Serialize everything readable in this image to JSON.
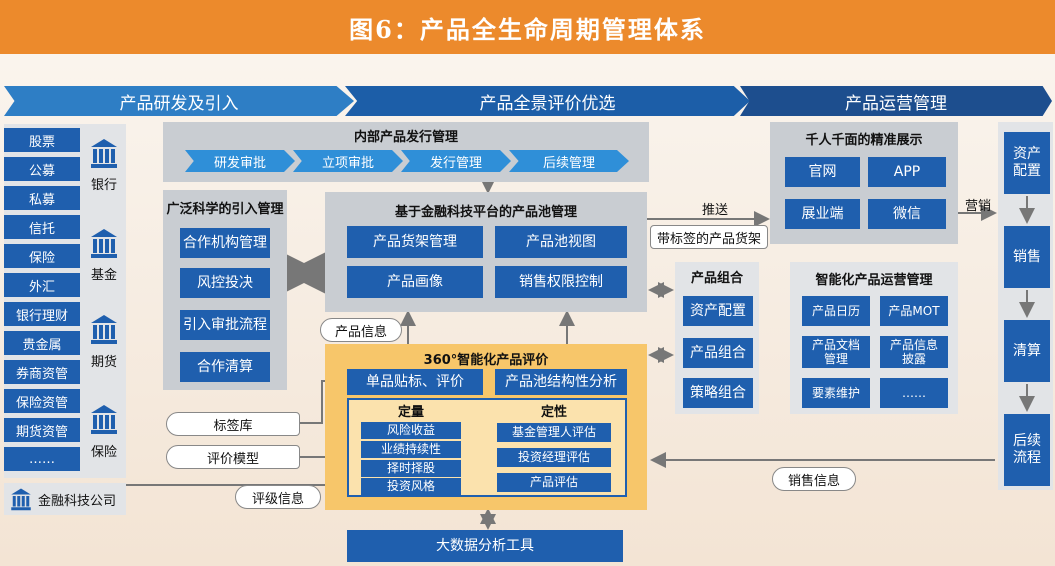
{
  "title": "图6：产品全生命周期管理体系",
  "phases": [
    "产品研发及引入",
    "产品全景评价优选",
    "产品运营管理"
  ],
  "left_column": {
    "items": [
      "股票",
      "公募",
      "私募",
      "信托",
      "保险",
      "外汇",
      "银行理财",
      "贵金属",
      "券商资管",
      "保险资管",
      "期货资管",
      "……"
    ],
    "institutions": [
      "银行",
      "基金",
      "期货",
      "保险"
    ],
    "fintech": "金融科技公司"
  },
  "internal_issuance": {
    "title": "内部产品发行管理",
    "steps": [
      "研发审批",
      "立项审批",
      "发行管理",
      "后续管理"
    ]
  },
  "intro_mgmt": {
    "title": "广泛科学的引入管理",
    "items": [
      "合作机构管理",
      "风控投决",
      "引入审批流程",
      "合作清算"
    ]
  },
  "pool_mgmt": {
    "title": "基于金融科技平台的产品池管理",
    "items": [
      "产品货架管理",
      "产品池视图",
      "产品画像",
      "销售权限控制"
    ]
  },
  "labels": {
    "push": "推送",
    "tagged_shelf": "带标签的产品货架",
    "marketing": "营销",
    "product_info": "产品信息",
    "tag_lib": "标签库",
    "eval_model": "评价模型",
    "rating_info": "评级信息",
    "sales_info": "销售信息"
  },
  "display": {
    "title": "千人千面的精准展示",
    "items": [
      "官网",
      "APP",
      "展业端",
      "微信"
    ]
  },
  "portfolio": {
    "title": "产品组合",
    "items": [
      "资产配置",
      "产品组合",
      "策略组合"
    ]
  },
  "ops_mgmt": {
    "title": "智能化产品运营管理",
    "items": [
      "产品日历",
      "产品MOT",
      "产品文档管理",
      "产品信息披露",
      "要素维护",
      "……"
    ]
  },
  "eval360": {
    "title": "360°智能化产品评价",
    "top": [
      "单品贴标、评价",
      "产品池结构性分析"
    ],
    "quant_title": "定量",
    "quant": [
      "风险收益",
      "业绩持续性",
      "择时择股",
      "投资风格"
    ],
    "qual_title": "定性",
    "qual": [
      "基金管理人评估",
      "投资经理评估",
      "产品评估"
    ]
  },
  "bigdata": "大数据分析工具",
  "right_column": [
    "资产配置",
    "销售",
    "清算",
    "后续流程"
  ],
  "colors": {
    "title_bar": "#ec8a2c",
    "primary_blue": "#1f5fae",
    "panel_gray": "#c9cdd2",
    "gold": "#f7c66a"
  }
}
